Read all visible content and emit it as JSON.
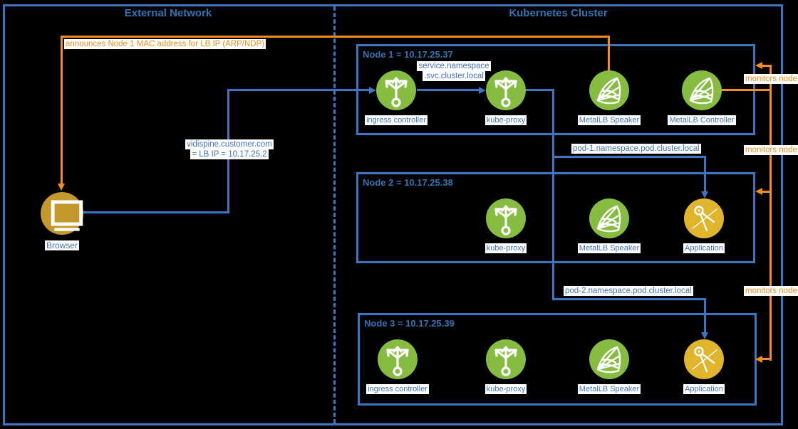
{
  "regions": {
    "external": {
      "title": "External Network"
    },
    "cluster": {
      "title": "Kubernetes Cluster"
    }
  },
  "nodes": [
    {
      "title": "Node 1 = 10.17.25.37",
      "components": [
        "ingress controller",
        "kube-proxy",
        "MetalLB Speaker",
        "MetalLB Controller"
      ]
    },
    {
      "title": "Node 2 = 10.17.25.38",
      "components": [
        "kube-proxy",
        "MetalLB Speaker",
        "Application"
      ]
    },
    {
      "title": "Node 3 = 10.17.25.39",
      "components": [
        "ingress controller",
        "kube-proxy",
        "MetalLB Speaker",
        "Application"
      ]
    }
  ],
  "browser": {
    "label": "Browser"
  },
  "edge_labels": {
    "announce": "announces Node 1 MAC address for LB IP (ARP/NDP)",
    "dns_line1": "vidispine.customer.com",
    "dns_line2": "= LB IP = 10.17.25.2",
    "service_line1": "service.namespace",
    "service_line2": ".svc.cluster.local",
    "pod1": "pod-1.namespace.pod.cluster.local",
    "pod2": "pod-2.namespace.pod.cluster.local",
    "monitors": "monitors node"
  },
  "colors": {
    "line_blue": "#3a76c2",
    "line_orange": "#f28c1c",
    "component_green": "#86bc40",
    "application_gold": "#e0b42c",
    "browser_gold": "#c3992e",
    "label_blue": "#4472c4"
  },
  "icons": {
    "proxy": "branching-arrows-icon",
    "metallb": "fan-mesh-icon",
    "application": "drafting-compass-icon",
    "browser": "monitor-icon"
  }
}
